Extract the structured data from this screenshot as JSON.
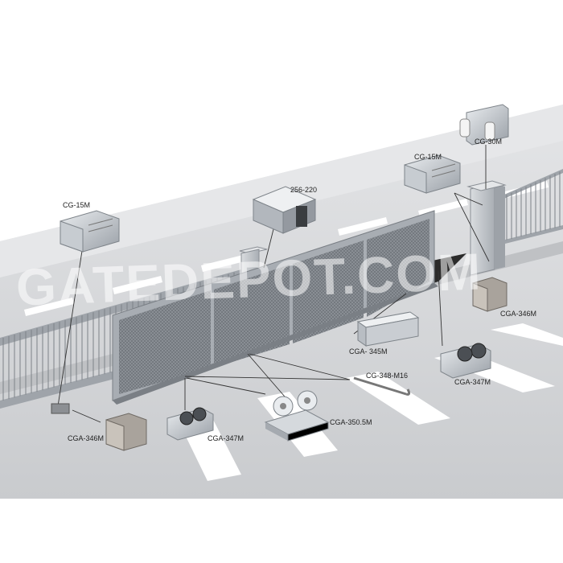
{
  "watermark": "GATEDEPOT.COM",
  "colors": {
    "road": "#d2d3d5",
    "road_light": "#e1e2e4",
    "lane_marking": "#ffffff",
    "shadow": "#2b2b2b",
    "metal": "#b9bec4",
    "leader_line": "#333333"
  },
  "labels": {
    "cg15m_left": "CG-15M",
    "cg15m_right": "CG-15M",
    "cg30m": "CG-30M",
    "p256_220": "256-220",
    "cga346m_right": "CGA-346M",
    "cga345m": "CGA- 345M",
    "cga347m_right": "CGA-347M",
    "cg348m16": "CG-348-M16",
    "cga350_5m": "CGA-350.5M",
    "cga347m_bottom": "CGA-347M",
    "cga346m_bottom": "CGA-346M"
  }
}
